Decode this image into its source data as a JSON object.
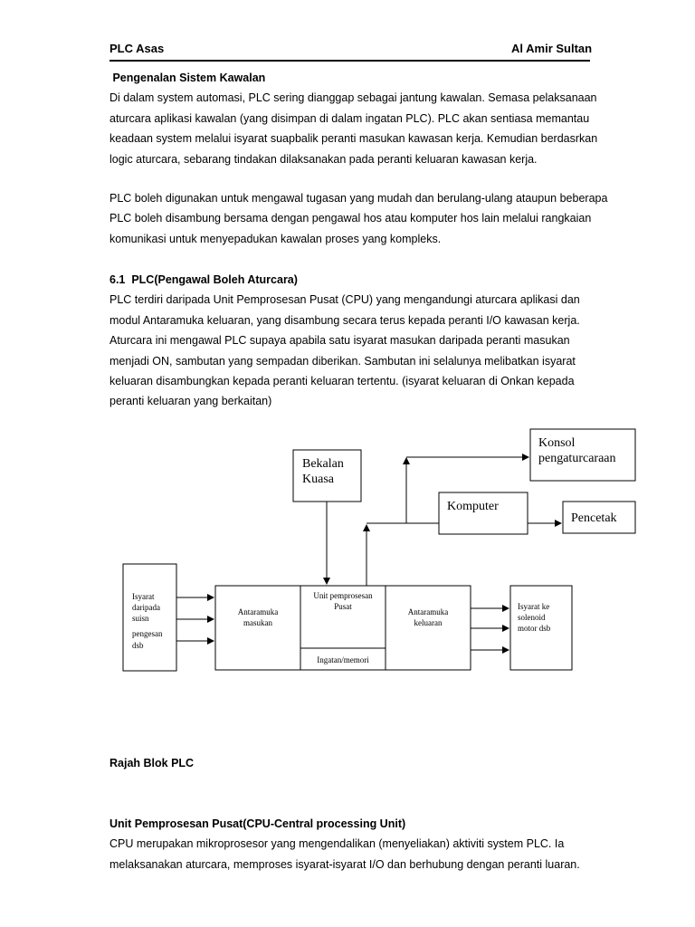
{
  "header": {
    "left": "PLC Asas",
    "right": "Al Amir Sultan"
  },
  "intro": {
    "heading": " Pengenalan Sistem Kawalan",
    "lines": [
      "Di dalam system automasi, PLC sering dianggap sebagai jantung kawalan. Semasa pelaksanaan",
      "aturcara aplikasi kawalan (yang disimpan di dalam ingatan PLC). PLC akan sentiasa memantau",
      "keadaan system melalui isyarat suapbalik peranti masukan kawasan kerja.  Kemudian berdasrkan",
      "logic aturcara, sebarang tindakan dilaksanakan pada peranti keluaran kawasan kerja."
    ]
  },
  "para2": {
    "lines": [
      "PLC boleh digunakan untuk mengawal tugasan yang mudah dan berulang-ulang ataupun beberapa",
      "PLC boleh disambung bersama dengan pengawal hos atau komputer hos lain melalui rangkaian",
      "komunikasi untuk menyepadukan kawalan proses yang kompleks."
    ]
  },
  "section61": {
    "heading": "6.1  PLC(Pengawal Boleh Aturcara)",
    "lines": [
      "PLC terdiri daripada Unit Pemprosesan Pusat (CPU) yang mengandungi aturcara aplikasi dan",
      "modul Antaramuka keluaran, yang disambung secara terus kepada peranti I/O kawasan kerja.",
      "Aturcara ini mengawal PLC supaya apabila satu isyarat masukan daripada peranti masukan",
      "menjadi ON, sambutan yang sempadan diberikan.  Sambutan ini selalunya melibatkan isyarat",
      "keluaran disambungkan kepada peranti keluaran tertentu. (isyarat keluaran di Onkan kepada",
      "peranti keluaran yang berkaitan)"
    ]
  },
  "diagram": {
    "bekalan": [
      "Bekalan",
      "Kuasa"
    ],
    "konsol": [
      "Konsol",
      "pengaturcaraan"
    ],
    "komputer": "Komputer",
    "pencetak": "Pencetak",
    "isyarat_in": [
      "Isyarat",
      "daripada",
      "suisn",
      "pengesan",
      "dsb"
    ],
    "antaramuka_masukan": [
      "Antaramuka",
      "masukan"
    ],
    "cpu": [
      "Unit pemprosesan",
      "Pusat"
    ],
    "ingatan": "Ingatan/memori",
    "antaramuka_keluaran": [
      "Antaramuka",
      "keluaran"
    ],
    "isyarat_out": [
      "Isyarat ke",
      "solenoid",
      "motor dsb"
    ]
  },
  "caption": "Rajah Blok PLC",
  "cpu_section": {
    "heading": "Unit Pemprosesan Pusat(CPU-Central processing Unit)",
    "lines": [
      "CPU merupakan mikroprosesor yang mengendalikan (menyeliakan) aktiviti system PLC. Ia",
      "melaksanakan aturcara, memproses isyarat-isyarat I/O dan berhubung dengan peranti luaran."
    ]
  }
}
